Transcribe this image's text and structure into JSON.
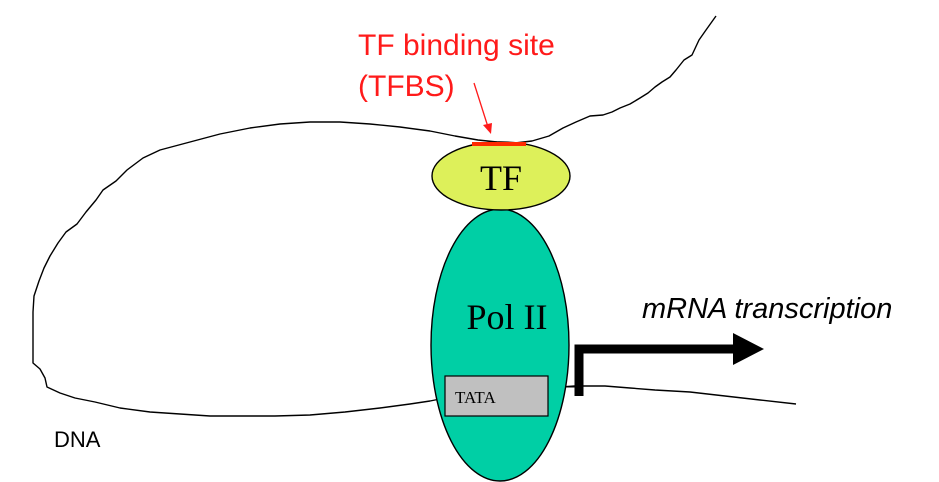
{
  "labels": {
    "tfbs_line1": "TF binding site",
    "tfbs_line2": "(TFBS)",
    "tf": "TF",
    "pol2": "Pol II",
    "tata": "TATA",
    "mrna": "mRNA transcription",
    "dna": "DNA"
  },
  "colors": {
    "tfbs_text": "#ff1a1a",
    "tfbs_mark": "#ff2a00",
    "tf_fill": "#ddf05a",
    "pol2_fill": "#00cfa5",
    "tata_fill": "#c0c0c0",
    "line": "#000000",
    "background": "#ffffff"
  }
}
